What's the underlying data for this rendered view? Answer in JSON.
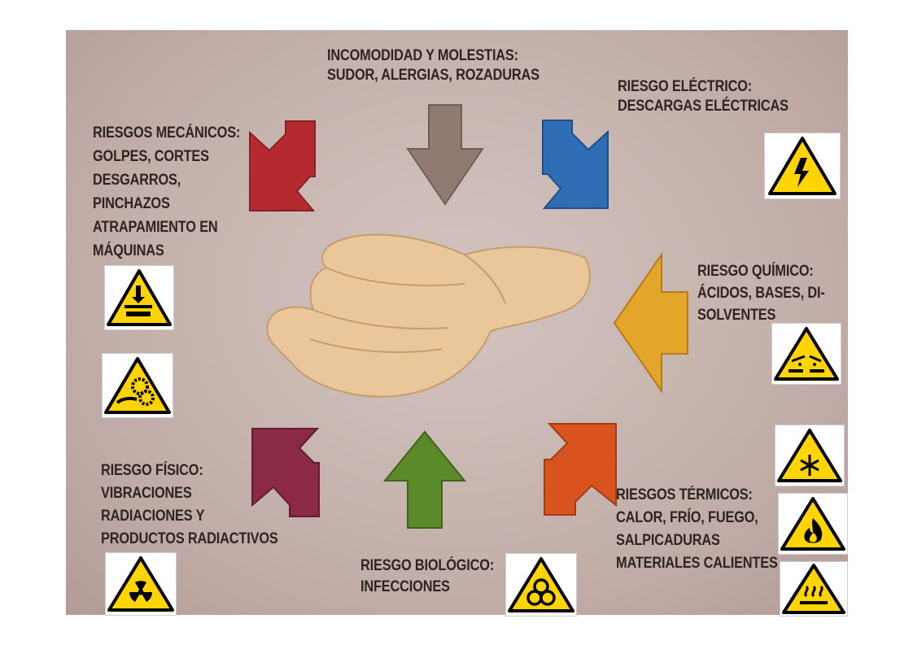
{
  "center": {
    "icon": "hand-icon"
  },
  "risks": {
    "top": {
      "text": "INCOMODIDAD Y MOLESTIAS:\nSUDOR, ALERGIAS, ROZADURAS",
      "color": "#8f7b72"
    },
    "electrical": {
      "text": "RIESGO ELÉCTRICO:\nDESCARGAS ELÉCTRICAS",
      "color": "#2f6db5",
      "sign": "electric-hazard-sign"
    },
    "mechanical": {
      "text": "RIESGOS MECÁNICOS:\nGOLPES, CORTES\nDESGARROS,\nPINCHAZOS\nATRAPAMIENTO EN\nMÁQUINAS",
      "color": "#b52a2e",
      "signs": [
        "crush-hazard-sign",
        "gear-entanglement-sign"
      ]
    },
    "chemical": {
      "text": "RIESGO QUÍMICO:\nÁCIDOS, BASES, DI-\nSOLVENTES",
      "color": "#e3a52a",
      "sign": "corrosive-hazard-sign"
    },
    "physical": {
      "text": "RIESGO FÍSICO:\nVIBRACIONES\nRADIACIONES Y\nPRODUCTOS RADIACTIVOS",
      "color": "#8a2a44",
      "sign": "radiation-hazard-sign"
    },
    "biological": {
      "text": "RIESGO BIOLÓGICO:\nINFECCIONES",
      "color": "#5c8a2a",
      "sign": "biohazard-sign"
    },
    "thermal": {
      "text": "RIESGOS TÉRMICOS:\nCALOR, FRÍO, FUEGO,\nSALPICADURAS\nMATERIALES CALIENTES",
      "color": "#d9541f",
      "signs": [
        "low-temperature-sign",
        "flammable-sign",
        "hot-surface-sign"
      ]
    }
  },
  "sign_colors": {
    "fill": "#ffd400",
    "border": "#000000"
  }
}
